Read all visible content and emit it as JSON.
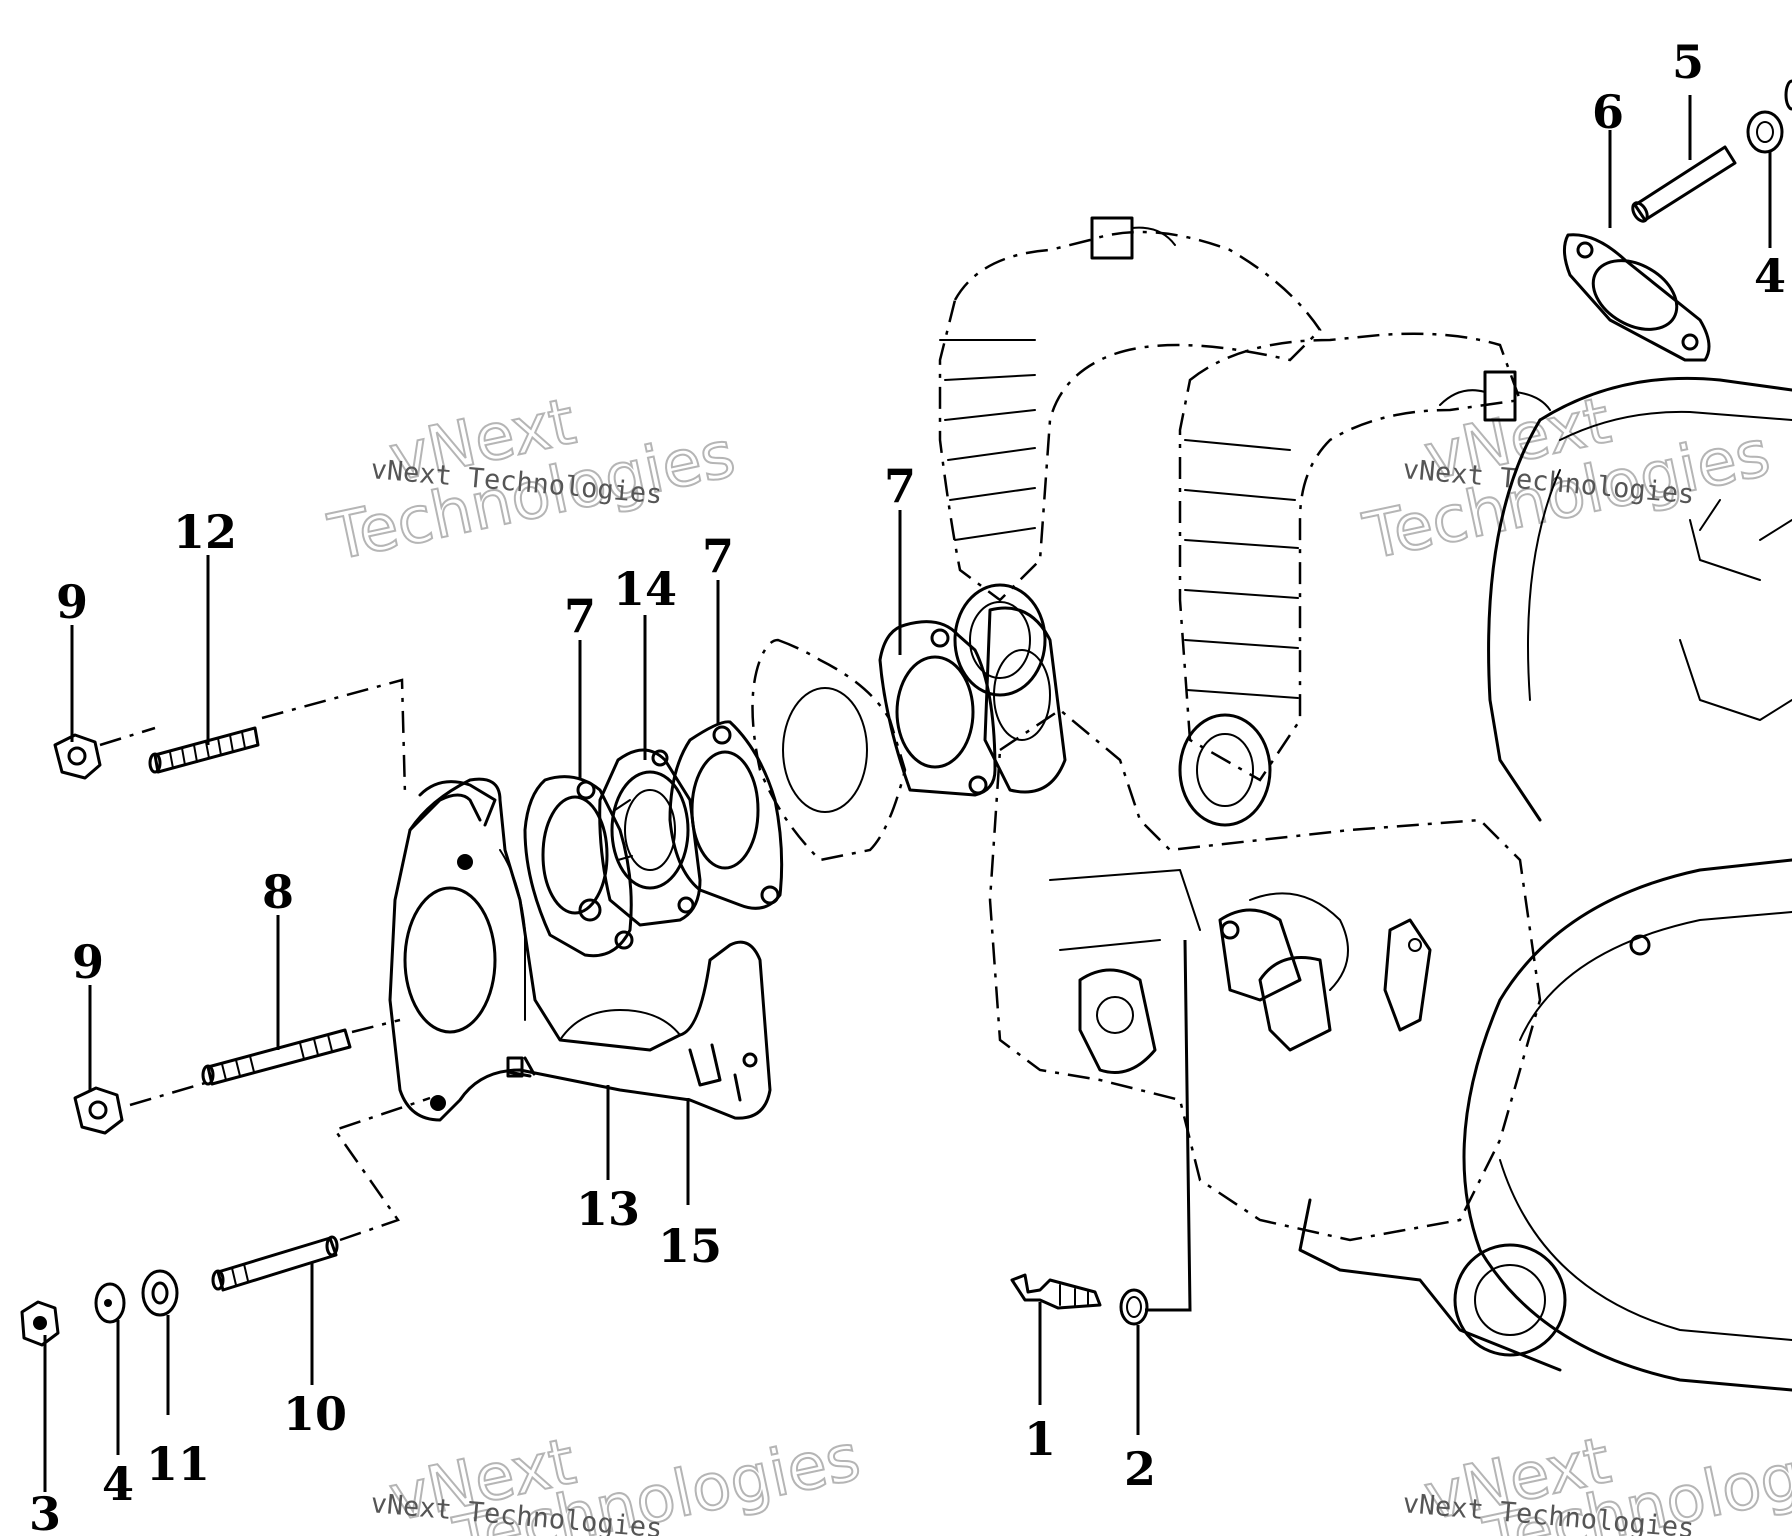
{
  "callouts": {
    "c1": "1",
    "c2": "2",
    "c3": "3",
    "c4a": "4",
    "c4b": "4",
    "c5": "5",
    "c6": "6",
    "c7a": "7",
    "c7b": "7",
    "c7c": "7",
    "c8": "8",
    "c9a": "9",
    "c9b": "9",
    "c10": "10",
    "c11": "11",
    "c12": "12",
    "c13": "13",
    "c14": "14",
    "c15": "15"
  },
  "watermark": {
    "line": "vNext Technologies",
    "big_top": "vNext",
    "big_bottom": "Technologies"
  }
}
